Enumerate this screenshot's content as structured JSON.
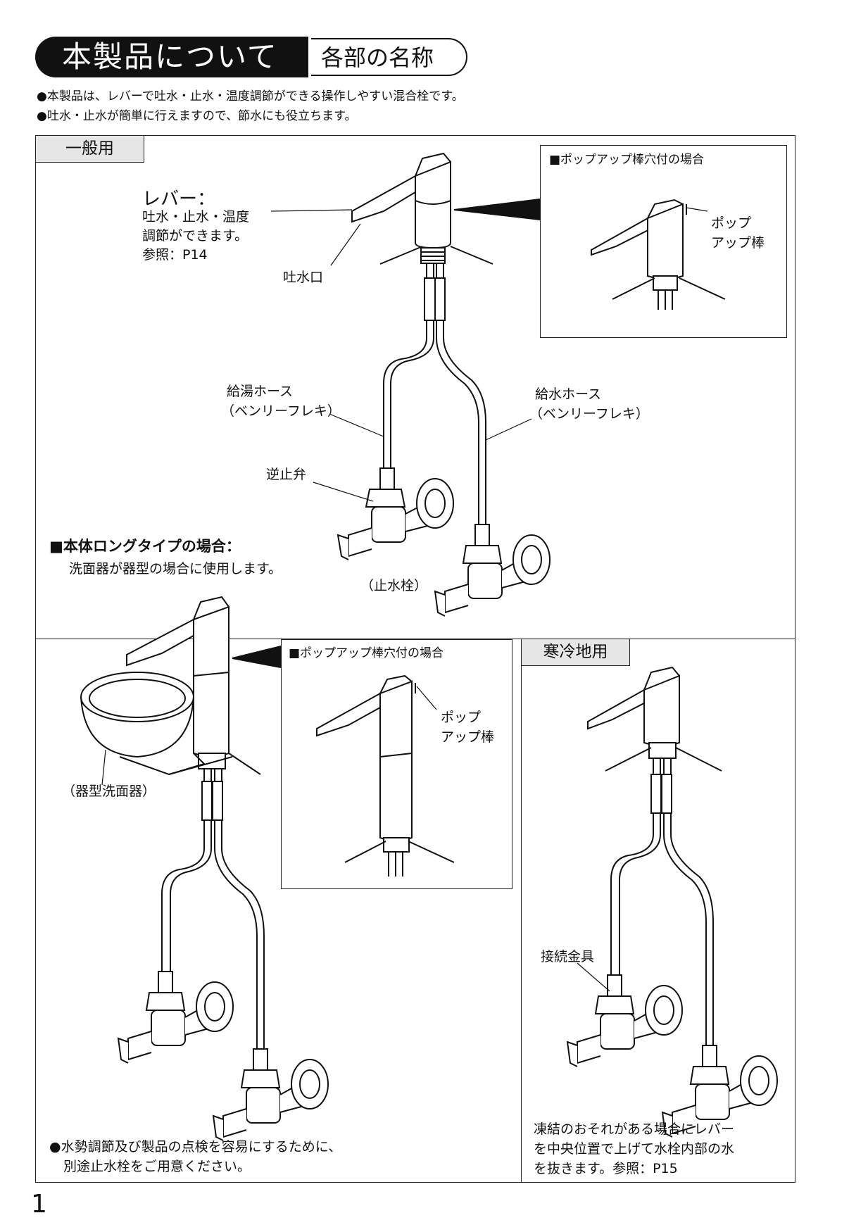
{
  "header": {
    "title": "本製品について",
    "subtitle": "各部の名称"
  },
  "intro": [
    "●本製品は、レバーで吐水・止水・温度調節ができる操作しやすい混合栓です。",
    "●吐水・止水が簡単に行えますので、節水にも役立ちます。"
  ],
  "general": {
    "tab": "一般用",
    "lever_title": "レバー：",
    "lever_lines": [
      "吐水・止水・温度",
      "調節ができます。",
      "参照：P14"
    ],
    "spout": "吐水口",
    "hot_hose": [
      "給湯ホース",
      "（ベンリーフレキ）"
    ],
    "cold_hose": [
      "給水ホース",
      "（ベンリーフレキ）"
    ],
    "check_valve": "逆止弁",
    "stop_valve": "（止水栓）",
    "inset_title": "■ポップアップ棒穴付の場合",
    "inset_popup": [
      "ポップ",
      "アップ棒"
    ]
  },
  "long_type": {
    "title": "■本体ロングタイプの場合：",
    "desc": "洗面器が器型の場合に使用します。",
    "bowl_label": "（器型洗面器）",
    "inset_title": "■ポップアップ棒穴付の場合",
    "inset_popup": [
      "ポップ",
      "アップ棒"
    ],
    "note": [
      "●水勢調節及び製品の点検を容易にするために、",
      "別途止水栓をご用意ください。"
    ]
  },
  "cold_region": {
    "tab": "寒冷地用",
    "fitting": "接続金具",
    "note": [
      "凍結のおそれがある場合にレバー",
      "を中央位置で上げて水栓内部の水",
      "を抜きます。参照：P15"
    ]
  },
  "page_number": "1"
}
